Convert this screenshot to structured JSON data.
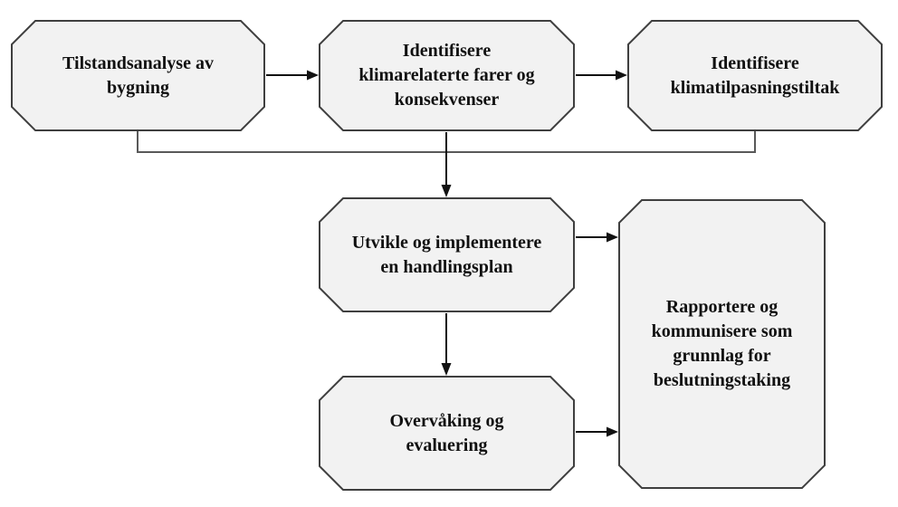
{
  "diagram": {
    "language": "Norwegian",
    "nodes": [
      {
        "id": "tilstandsanalyse",
        "label": "Tilstandsanalyse av\nbygning"
      },
      {
        "id": "identifisere-farer",
        "label": "Identifisere\nklimarelaterte farer og\nkonsekvenser"
      },
      {
        "id": "identifisere-tiltak",
        "label": "Identifisere\nklimatilpasningstiltak"
      },
      {
        "id": "handlingsplan",
        "label": "Utvikle og implementere\nen handlingsplan"
      },
      {
        "id": "overvaking",
        "label": "Overvåking og\nevaluering"
      },
      {
        "id": "rapportere",
        "label": "Rapportere og\nkommunisere som\ngrunnlag for\nbeslutningstaking"
      }
    ],
    "edges": [
      {
        "from": "tilstandsanalyse",
        "to": "identifisere-farer",
        "type": "arrow"
      },
      {
        "from": "identifisere-farer",
        "to": "identifisere-tiltak",
        "type": "arrow"
      },
      {
        "from": [
          "tilstandsanalyse",
          "identifisere-farer",
          "identifisere-tiltak"
        ],
        "to": "handlingsplan",
        "type": "merged-arrow"
      },
      {
        "from": "handlingsplan",
        "to": "overvaking",
        "type": "arrow"
      },
      {
        "from": "handlingsplan",
        "to": "rapportere",
        "type": "arrow"
      },
      {
        "from": "overvaking",
        "to": "rapportere",
        "type": "arrow"
      }
    ],
    "colors": {
      "node_fill": "#f2f2f2",
      "node_border": "#3f3f3f",
      "line_color": "#595959",
      "arrow_color": "#111111",
      "text_color": "#111111",
      "page_bg": "#ffffff"
    }
  }
}
